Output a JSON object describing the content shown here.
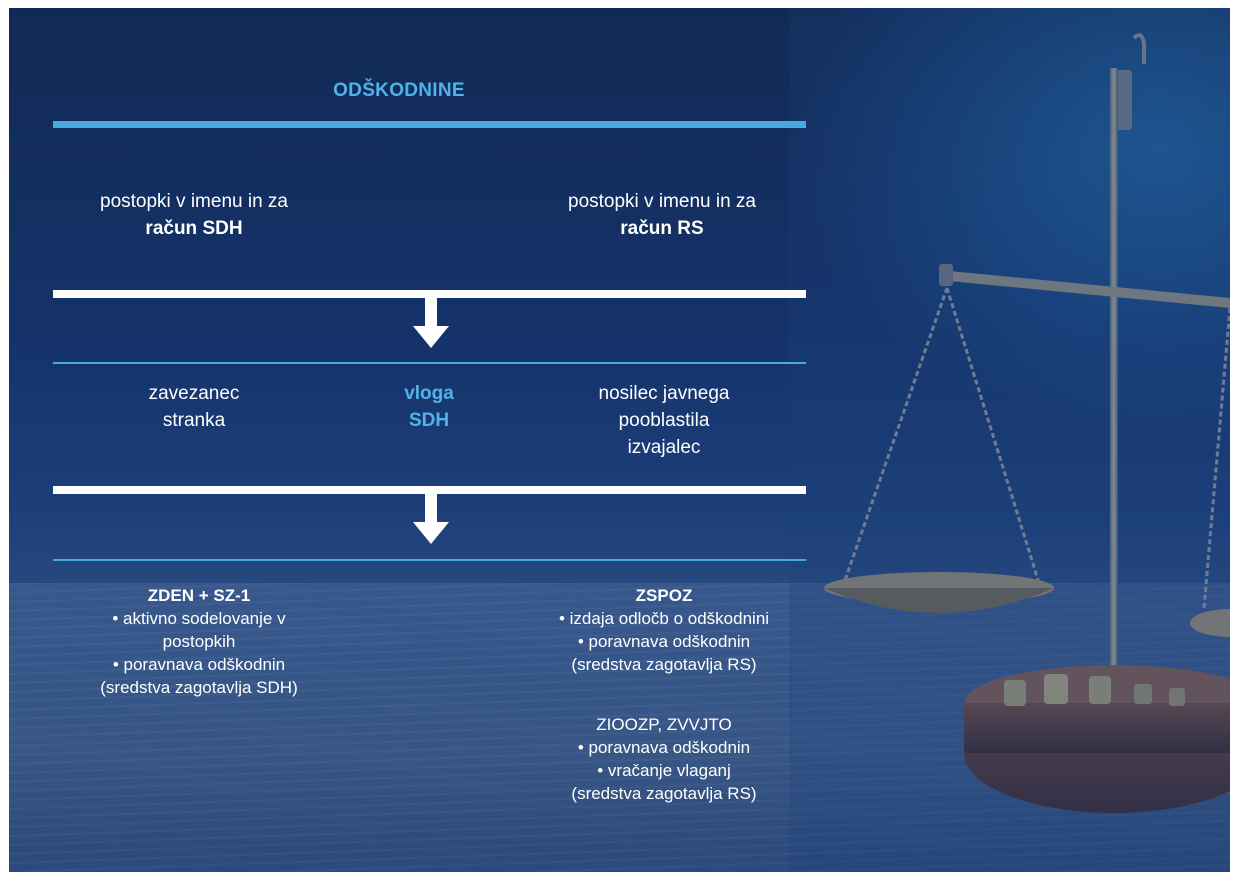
{
  "title": "ODŠKODNINE",
  "top_row": {
    "left_line1": "postopki v imenu in za",
    "left_line2": "račun SDH",
    "right_line1": "postopki v imenu in za",
    "right_line2": "račun RS"
  },
  "middle_row": {
    "left_line1": "zavezanec",
    "left_line2": "stranka",
    "center_line1": "vloga",
    "center_line2": "SDH",
    "right_line1": "nosilec javnega",
    "right_line2": "pooblastila",
    "right_line3": "izvajalec"
  },
  "bottom_left": {
    "heading": "ZDEN + SZ-1",
    "line1": "• aktivno sodelovanje v",
    "line2": "postopkih",
    "line3": "• poravnava odškodnin",
    "line4": "(sredstva zagotavlja SDH)"
  },
  "bottom_right_a": {
    "heading": "ZSPOZ",
    "line1": "• izdaja odločb o odškodnini",
    "line2": "• poravnava odškodnin",
    "line3": "(sredstva zagotavlja RS)"
  },
  "bottom_right_b": {
    "heading": "ZIOOZP, ZVVJTO",
    "line1": "• poravnava odškodnin",
    "line2": "• vračanje vlaganj",
    "line3": "(sredstva zagotavlja RS)"
  },
  "colors": {
    "accent": "#4fb3ea",
    "background": "#15336a",
    "text": "#ffffff"
  },
  "icons": [
    "down-arrow-icon",
    "scales-of-justice-image"
  ]
}
